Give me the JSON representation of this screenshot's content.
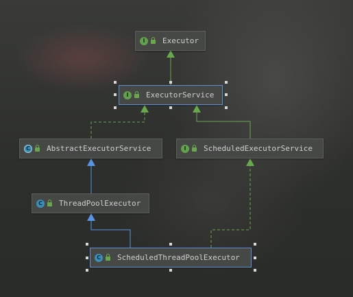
{
  "diagram": {
    "nodes": [
      {
        "id": "executor",
        "label": "Executor",
        "kind": "interface",
        "badge": "I"
      },
      {
        "id": "executor-service",
        "label": "ExecutorService",
        "kind": "interface",
        "badge": "I"
      },
      {
        "id": "abstract-executor-service",
        "label": "AbstractExecutorService",
        "kind": "abstract-class",
        "badge": "C"
      },
      {
        "id": "scheduled-executor-service",
        "label": "ScheduledExecutorService",
        "kind": "interface",
        "badge": "I"
      },
      {
        "id": "thread-pool-executor",
        "label": "ThreadPoolExecutor",
        "kind": "class",
        "badge": "C"
      },
      {
        "id": "scheduled-thread-pool-executor",
        "label": "ScheduledThreadPoolExecutor",
        "kind": "class",
        "badge": "C"
      }
    ],
    "edges": [
      {
        "from": "executor-service",
        "to": "executor",
        "type": "extends-interface"
      },
      {
        "from": "abstract-executor-service",
        "to": "executor-service",
        "type": "implements"
      },
      {
        "from": "scheduled-executor-service",
        "to": "executor-service",
        "type": "extends-interface"
      },
      {
        "from": "thread-pool-executor",
        "to": "abstract-executor-service",
        "type": "extends"
      },
      {
        "from": "scheduled-thread-pool-executor",
        "to": "thread-pool-executor",
        "type": "extends"
      },
      {
        "from": "scheduled-thread-pool-executor",
        "to": "scheduled-executor-service",
        "type": "implements"
      }
    ],
    "selected": [
      "executor-service",
      "scheduled-thread-pool-executor"
    ],
    "colors": {
      "interface_edge": "#6aa84f",
      "class_edge": "#5b93e0",
      "interface_badge": "#62a14d",
      "class_badge": "#3c8fb8",
      "selection": "#5f8fd6"
    }
  }
}
